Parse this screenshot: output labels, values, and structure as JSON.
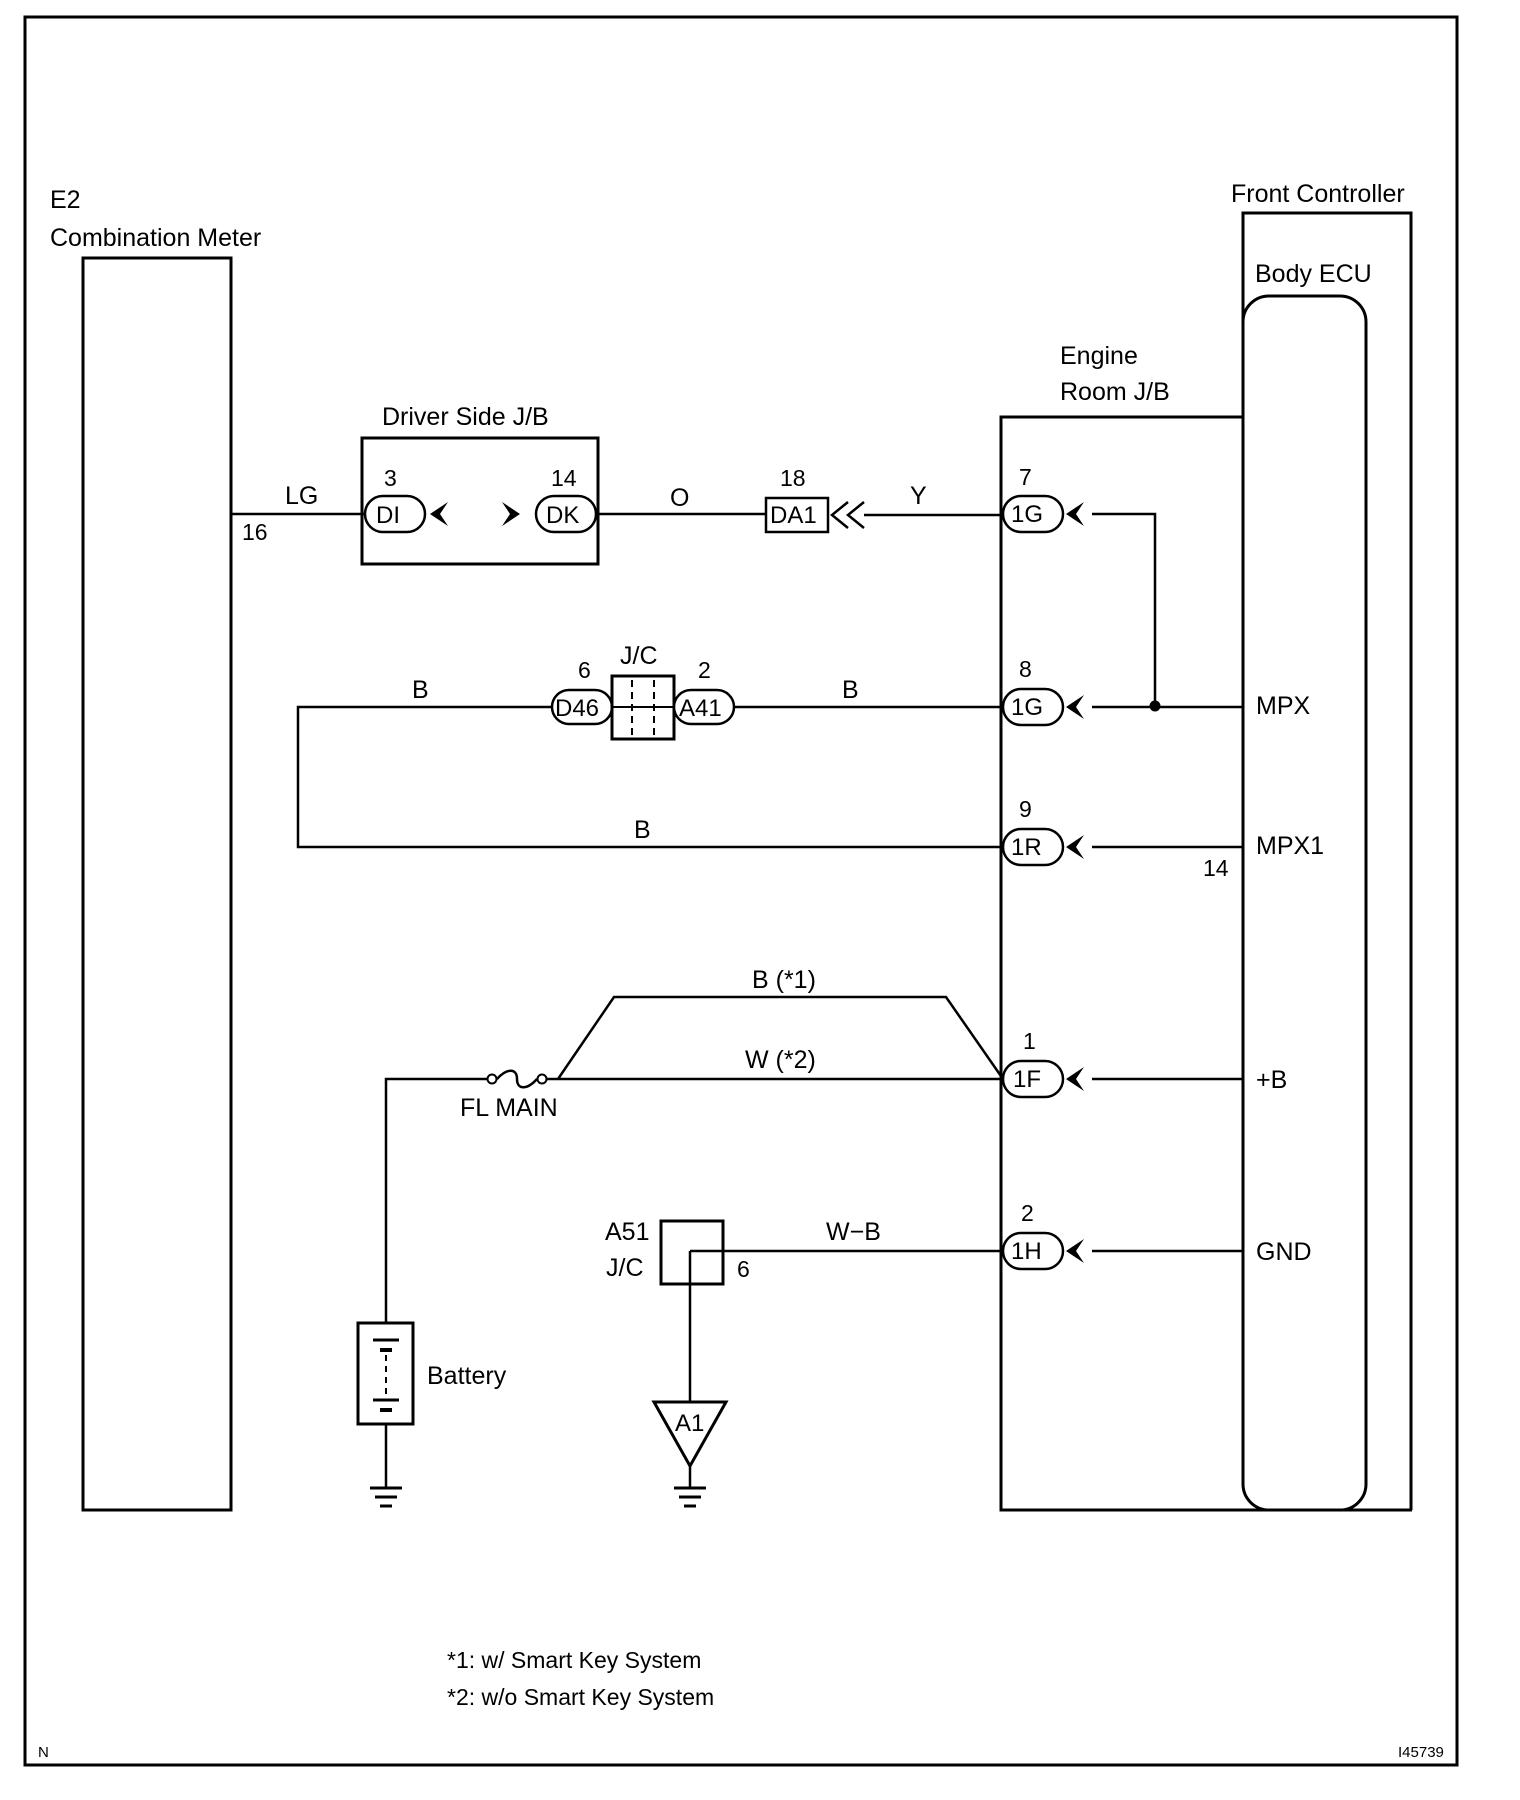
{
  "components": {
    "combination_meter": {
      "code": "E2",
      "name": "Combination Meter",
      "pin": "16"
    },
    "driver_side_jb": {
      "name": "Driver Side J/B",
      "left": {
        "connector": "DI",
        "pin": "3"
      },
      "right": {
        "connector": "DK",
        "pin": "14"
      }
    },
    "da1": {
      "connector": "DA1",
      "pin": "18"
    },
    "jc": {
      "name": "J/C",
      "left": {
        "connector": "D46",
        "pin": "6"
      },
      "right": {
        "connector": "A41",
        "pin": "2"
      }
    },
    "engine_room_jb": {
      "name_line1": "Engine",
      "name_line2": "Room J/B",
      "connectors": [
        {
          "connector": "1G",
          "pin": "7"
        },
        {
          "connector": "1G",
          "pin": "8"
        },
        {
          "connector": "1R",
          "pin": "9"
        },
        {
          "connector": "1F",
          "pin": "1"
        },
        {
          "connector": "1H",
          "pin": "2"
        }
      ]
    },
    "front_controller": {
      "name": "Front Controller"
    },
    "body_ecu": {
      "name": "Body ECU",
      "terminals": {
        "mpx": "MPX",
        "mpx1": "MPX1",
        "mpx1_pin": "14",
        "b": "+B",
        "gnd": "GND"
      }
    },
    "fuse": {
      "name": "FL MAIN"
    },
    "battery": {
      "name": "Battery"
    },
    "a51": {
      "code": "A51",
      "name": "J/C",
      "pin": "6"
    },
    "ground": {
      "name": "A1"
    }
  },
  "wires": {
    "lg": "LG",
    "o": "O",
    "y": "Y",
    "b_jc_left": "B",
    "b_jc_right": "B",
    "b_mpx1": "B",
    "b_smart": "B (*1)",
    "w_nosmart": "W (*2)",
    "wb": "W−B"
  },
  "notes": {
    "note1": "*1: w/ Smart Key System",
    "note2": "*2: w/o Smart Key System"
  },
  "corner": {
    "left": "N",
    "right": "I45739"
  }
}
